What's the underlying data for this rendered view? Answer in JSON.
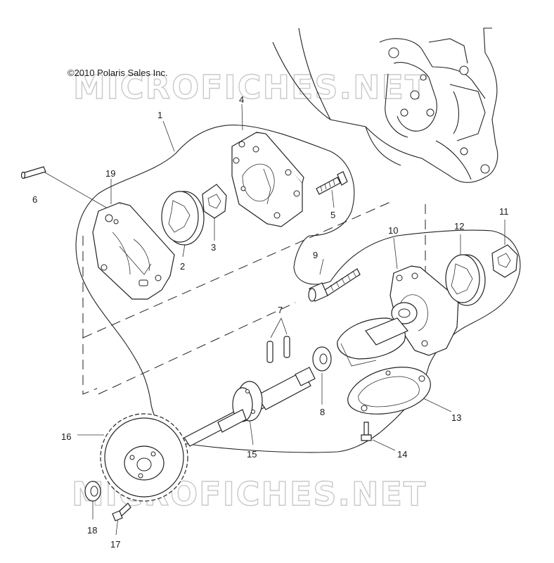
{
  "copyright": "©2010 Polaris Sales Inc.",
  "watermark": {
    "top": "MICROFICHES.NET",
    "bottom": "MICROFICHES.NET"
  },
  "callouts": {
    "c1": "1",
    "c2": "2",
    "c3": "3",
    "c4": "4",
    "c5": "5",
    "c6": "6",
    "c7": "7",
    "c8": "8",
    "c9": "9",
    "c10": "10",
    "c11": "11",
    "c12": "12",
    "c13": "13",
    "c14": "14",
    "c15": "15",
    "c16": "16",
    "c17": "17",
    "c18": "18",
    "c19": "19"
  }
}
